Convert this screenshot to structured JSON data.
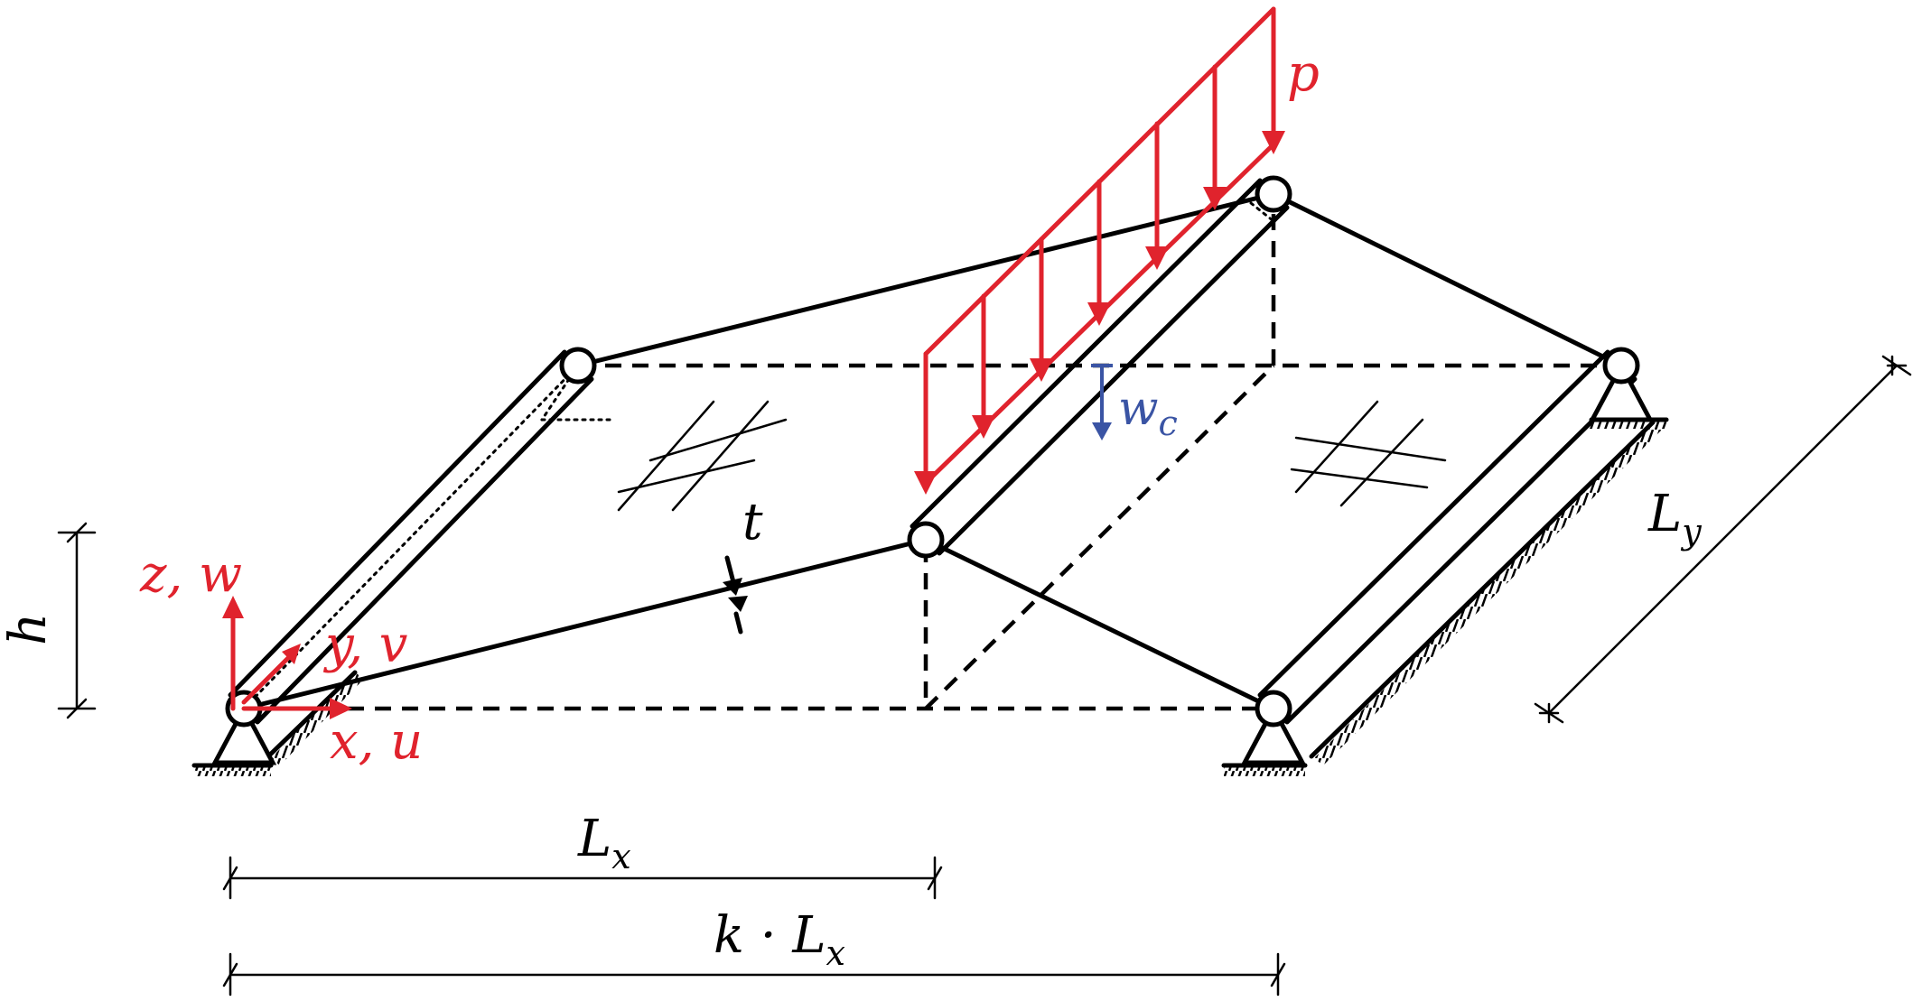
{
  "labels": {
    "load": "p",
    "deflection_main": "w",
    "deflection_sub": "c",
    "thickness": "t",
    "height": "h",
    "span_y_main": "L",
    "span_y_sub": "y",
    "span_x_main": "L",
    "span_x_sub": "x",
    "total_span_prefix": "k · L",
    "total_span_sub": "x",
    "axis_z": "z, w",
    "axis_y": "y, v",
    "axis_x": "x, u"
  },
  "colors": {
    "load": "#e0232d",
    "axes": "#e0232d",
    "deflection": "#3a54a4",
    "structure": "#000000"
  }
}
